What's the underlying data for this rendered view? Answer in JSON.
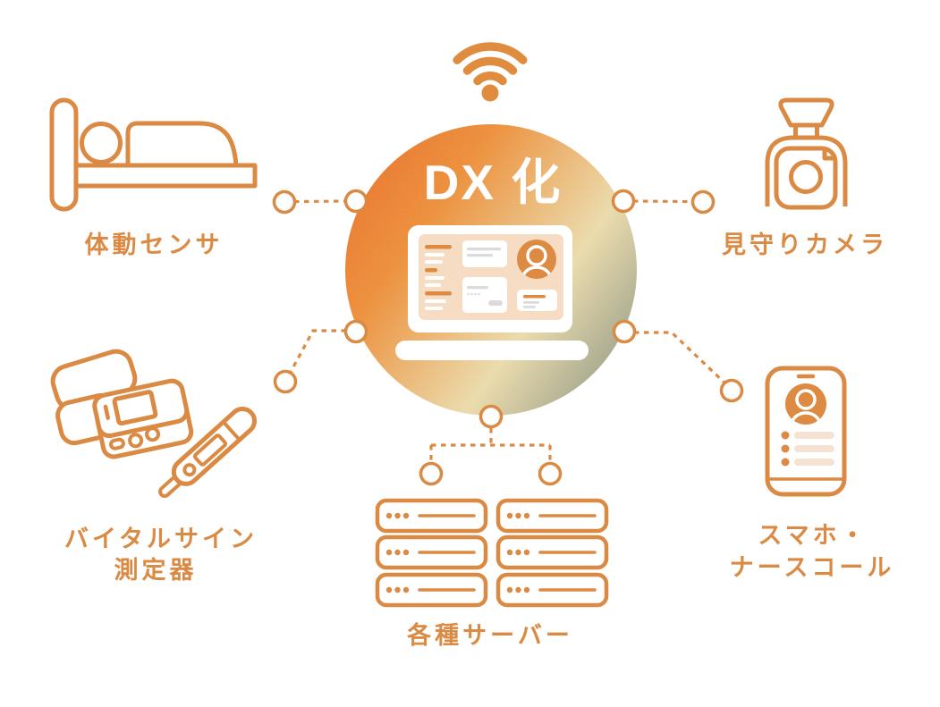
{
  "center": {
    "title": "DX 化"
  },
  "devices": {
    "bed": {
      "label": "体動センサ"
    },
    "camera": {
      "label": "見守りカメラ"
    },
    "vital": {
      "label_line1": "バイタルサイン",
      "label_line2": "測定器"
    },
    "servers": {
      "label": "各種サーバー"
    },
    "phone": {
      "label_line1": "スマホ・",
      "label_line2": "ナースコール"
    }
  },
  "icons": [
    "wifi-icon",
    "bed-icon",
    "camera-icon",
    "vital-sign-devices-icon",
    "server-stack-icon",
    "smartphone-icon",
    "laptop-dashboard-icon",
    "avatar-icon",
    "connector-node"
  ],
  "colors": {
    "accent": "#DB8A44",
    "accent_solid": "#E08C3E",
    "screen_peach": "#F6DCC3",
    "phone_bar_peach": "#F6E2D3",
    "card_gray": "#DBDBDB",
    "circle_gradient": [
      "#E7651D",
      "#EB8A31",
      "#E9D9A7",
      "#9EA186"
    ],
    "background": "#FFFFFF"
  }
}
